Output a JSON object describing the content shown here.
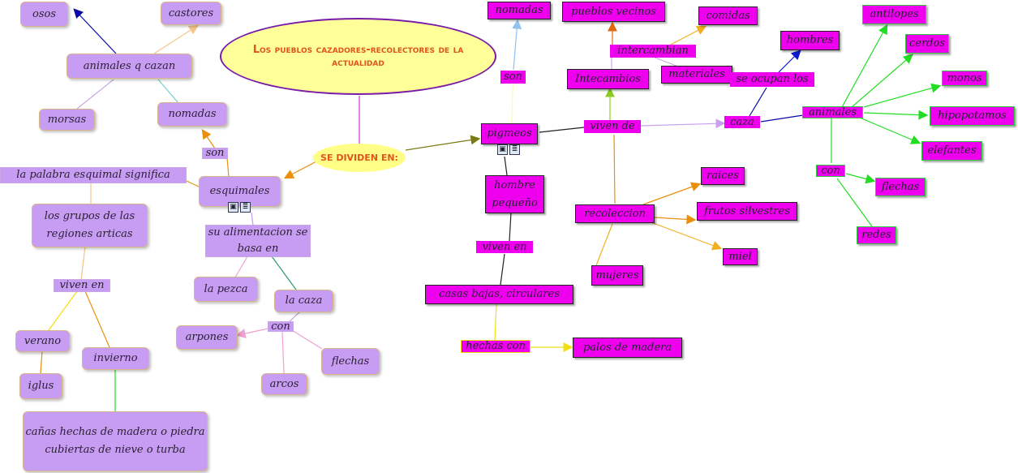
{
  "title": "Los pueblos cazadores-recolectores de la actualidad",
  "divide_label": "SE DIVIDEN EN:",
  "esquimales": {
    "main": "esquimales",
    "son": "son",
    "nomadas": "nomadas",
    "animales_q_cazan": "animales q cazan",
    "osos": "osos",
    "castores": "castores",
    "morsas": "morsas",
    "palabra": "la palabra esquimal significa",
    "grupos": "los grupos de las regiones articas",
    "viven_en": "viven en",
    "verano": "verano",
    "invierno": "invierno",
    "iglus": "iglus",
    "canas": "cañas hechas de madera o piedra cubiertas de nieve o turba",
    "alimentacion": "su alimentacion se basa en",
    "pezca": "la pezca",
    "caza": "la caza",
    "con": "con",
    "arpones": "arpones",
    "arcos": "arcos",
    "flechas": "flechas"
  },
  "pigmeos": {
    "main": "pigmeos",
    "son": "son",
    "nomadas": "nomadas",
    "hombre_pequeno": "hombre pequeño",
    "viven_en": "viven en",
    "casas": "casas bajas, circulares",
    "hechas_con": "hechas con",
    "palos": "palos de madera",
    "viven_de": "viven de",
    "intercambios": "Intecambios",
    "intercambian": "intercambian",
    "pueblos_vecinos": "pueblos vecinos",
    "comidas": "comidas",
    "materiales": "materiales",
    "ocupan": "se ocupan los",
    "hombres": "hombres",
    "caza": "caza",
    "animales": "animales",
    "antilopes": "antilopes",
    "cerdos": "cerdos",
    "monos": "monos",
    "hipopotamos": "hipopotamos",
    "elefantes": "elefantes",
    "con": "con",
    "flechas": "flechas",
    "redes": "redes",
    "recoleccion": "recoleccion",
    "raices": "raices",
    "frutos": "frutos silvestres",
    "miel": "miel",
    "mujeres": "mujeres"
  }
}
